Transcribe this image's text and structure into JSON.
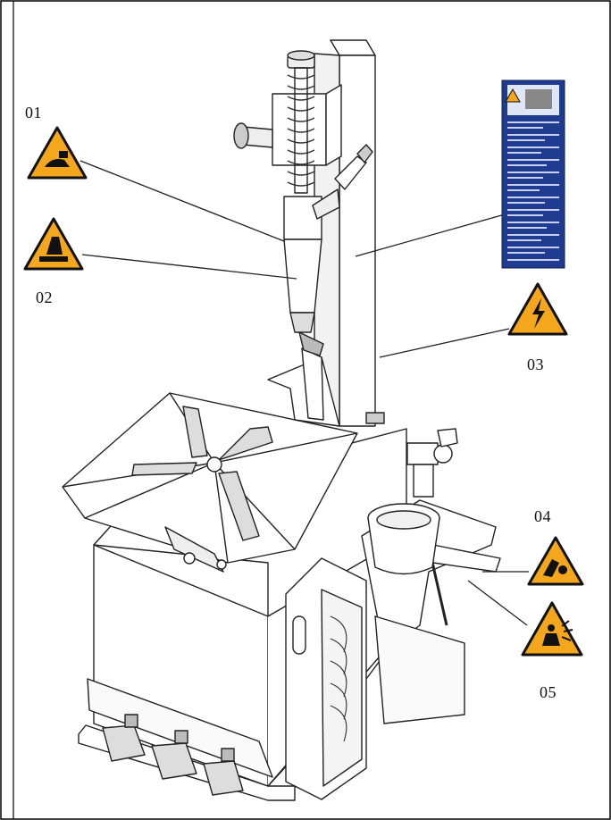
{
  "labels": {
    "l01": "01",
    "l02": "02",
    "l03": "03",
    "l04": "04",
    "l05": "05"
  },
  "icons": {
    "warn01": "hand-crush-warning-icon",
    "warn02": "foot-crush-warning-icon",
    "warn03": "electric-shock-warning-icon",
    "warn04": "bead-breaker-warning-icon",
    "warn05": "tyre-burst-warning-icon",
    "sticker": "instruction-sticker-icon"
  },
  "colors": {
    "warning_fill": "#F4A61C",
    "warning_edge": "#111111",
    "sticker_blue": "#1F3B8F",
    "line": "#222222"
  }
}
